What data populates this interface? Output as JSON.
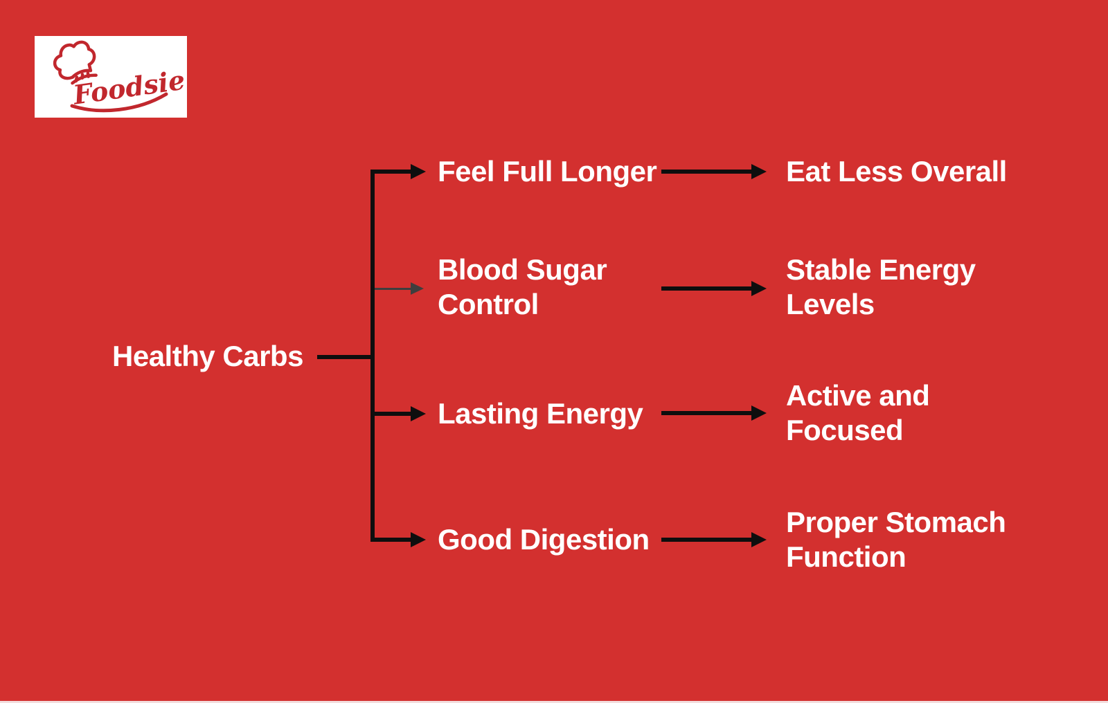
{
  "canvas": {
    "background_color": "#d3302f",
    "line_color": "#0e0e0e",
    "alt_line_color": "#3e3e3e",
    "text_color": "#ffffff"
  },
  "logo": {
    "brand": "Foodsie",
    "accent_color": "#c1272d",
    "box_color": "#ffffff",
    "icon": "chef-hat"
  },
  "diagram": {
    "root": {
      "label": "Healthy Carbs"
    },
    "branches": [
      {
        "label_lines": [
          "Feel Full Longer"
        ],
        "outcome_lines": [
          "Eat Less Overall"
        ],
        "connector_style": "black"
      },
      {
        "label_lines": [
          "Blood Sugar",
          "Control"
        ],
        "outcome_lines": [
          "Stable Energy",
          "Levels"
        ],
        "connector_style": "gray"
      },
      {
        "label_lines": [
          "Lasting Energy"
        ],
        "outcome_lines": [
          "Active and",
          "Focused"
        ],
        "connector_style": "black"
      },
      {
        "label_lines": [
          "Good Digestion"
        ],
        "outcome_lines": [
          "Proper Stomach",
          "Function"
        ],
        "connector_style": "black"
      }
    ]
  }
}
